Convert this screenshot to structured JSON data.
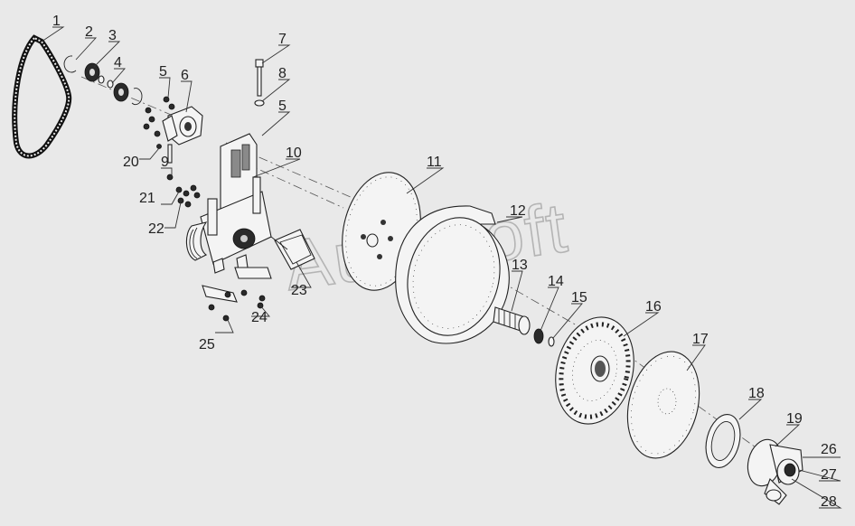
{
  "watermark": "AutoSoft",
  "callouts": [
    {
      "id": "callout-1",
      "label": "1"
    },
    {
      "id": "callout-2",
      "label": "2"
    },
    {
      "id": "callout-3",
      "label": "3"
    },
    {
      "id": "callout-4",
      "label": "4"
    },
    {
      "id": "callout-5a",
      "label": "5"
    },
    {
      "id": "callout-5b",
      "label": "5"
    },
    {
      "id": "callout-6",
      "label": "6"
    },
    {
      "id": "callout-7",
      "label": "7"
    },
    {
      "id": "callout-8",
      "label": "8"
    },
    {
      "id": "callout-9",
      "label": "9"
    },
    {
      "id": "callout-10",
      "label": "10"
    },
    {
      "id": "callout-11",
      "label": "11"
    },
    {
      "id": "callout-12",
      "label": "12"
    },
    {
      "id": "callout-13",
      "label": "13"
    },
    {
      "id": "callout-14",
      "label": "14"
    },
    {
      "id": "callout-15",
      "label": "15"
    },
    {
      "id": "callout-16",
      "label": "16"
    },
    {
      "id": "callout-17",
      "label": "17"
    },
    {
      "id": "callout-18",
      "label": "18"
    },
    {
      "id": "callout-19",
      "label": "19"
    },
    {
      "id": "callout-20",
      "label": "20"
    },
    {
      "id": "callout-21",
      "label": "21"
    },
    {
      "id": "callout-22",
      "label": "22"
    },
    {
      "id": "callout-23",
      "label": "23"
    },
    {
      "id": "callout-24",
      "label": "24"
    },
    {
      "id": "callout-25",
      "label": "25"
    },
    {
      "id": "callout-26",
      "label": "26"
    },
    {
      "id": "callout-27",
      "label": "27"
    },
    {
      "id": "callout-28",
      "label": "28"
    }
  ]
}
